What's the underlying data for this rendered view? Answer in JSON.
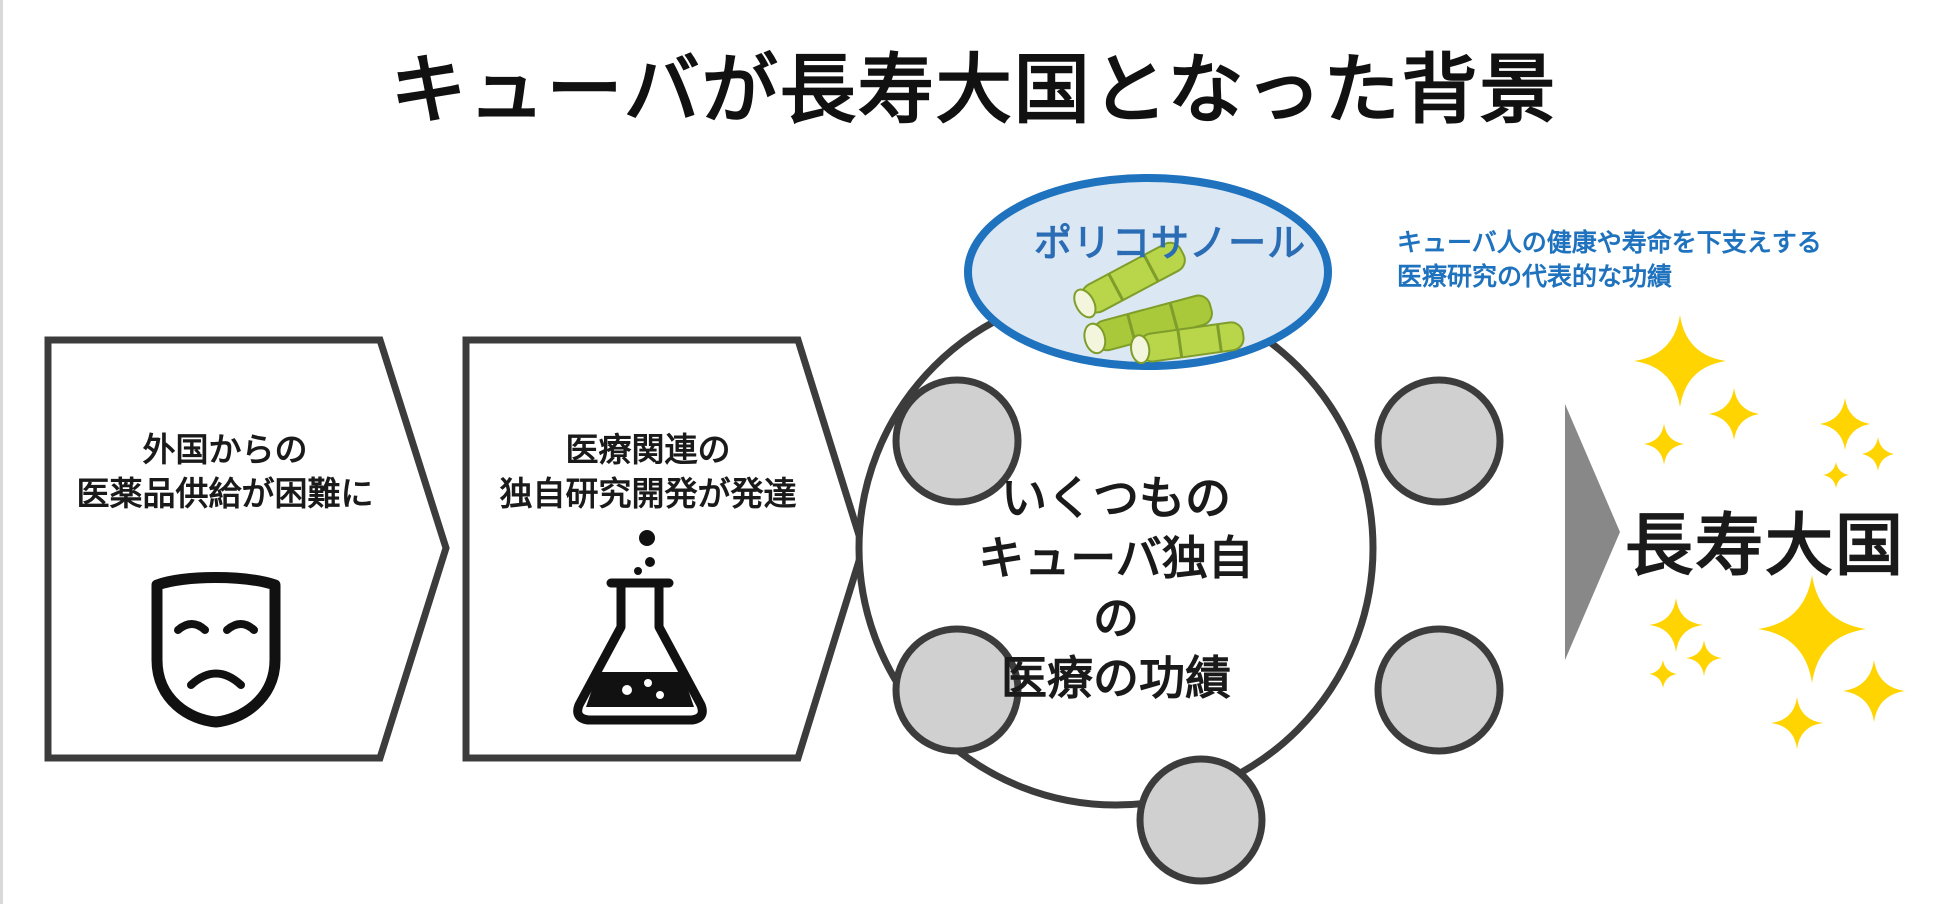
{
  "title": "キューバが長寿大国となった背景",
  "steps": [
    {
      "text": "外国からの\n医薬品供給が困難に",
      "icon": "sad-mask-icon"
    },
    {
      "text": "医療関連の\n独自研究開発が発達",
      "icon": "flask-icon"
    }
  ],
  "center": {
    "text": "いくつもの\nキューバ独自の\n医療の功績"
  },
  "highlight": {
    "label": "ポリコサノール",
    "icon": "sugarcane-icon",
    "note": "キューバ人の健康や寿命を下支えする\n医療研究の代表的な功績"
  },
  "goal": {
    "text": "長寿大国",
    "icon": "sparkles-icon"
  },
  "colors": {
    "outline": "#3c3c3c",
    "node_fill": "#d0d0d0",
    "highlight_fill": "#dbe7f3",
    "highlight_border": "#1f72bd",
    "accent_text": "#1f72bd",
    "arrow": "#888888",
    "sparkle": "#ffd400"
  }
}
